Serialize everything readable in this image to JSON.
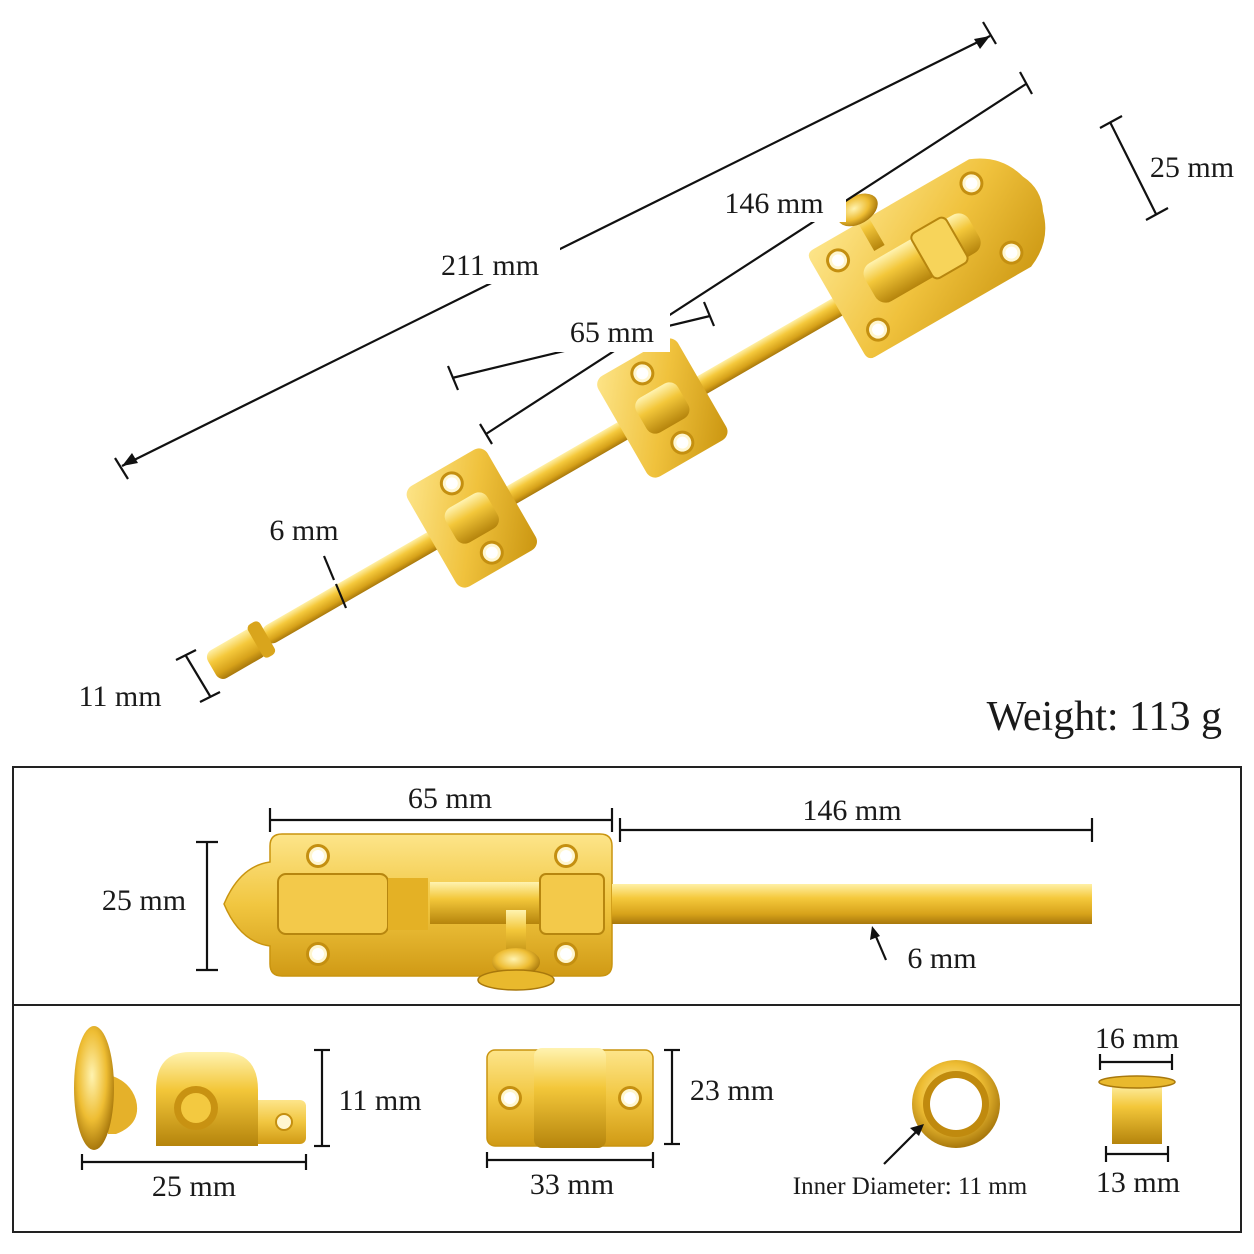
{
  "top_view": {
    "overall_length": "211 mm",
    "bolt_length": "146 mm",
    "guide_spacing": "65 mm",
    "plate_width": "25 mm",
    "rod_diameter": "6 mm",
    "tip_diameter": "11 mm",
    "weight": "Weight: 113 g"
  },
  "side_view": {
    "plate_length": "65 mm",
    "bolt_length": "146 mm",
    "plate_height": "25 mm",
    "rod_diameter": "6 mm"
  },
  "parts": {
    "knob_height": "11 mm",
    "knob_length": "25 mm",
    "guide_height": "23 mm",
    "guide_width": "33 mm",
    "ring_label": "Inner Diameter: 11 mm",
    "sleeve_top": "16 mm",
    "sleeve_bottom": "13 mm"
  },
  "colors": {
    "brass_light": "#fbe27a",
    "brass_mid": "#e9b92d",
    "brass_dark": "#b7860f",
    "brass_shadow": "#8a6208"
  }
}
